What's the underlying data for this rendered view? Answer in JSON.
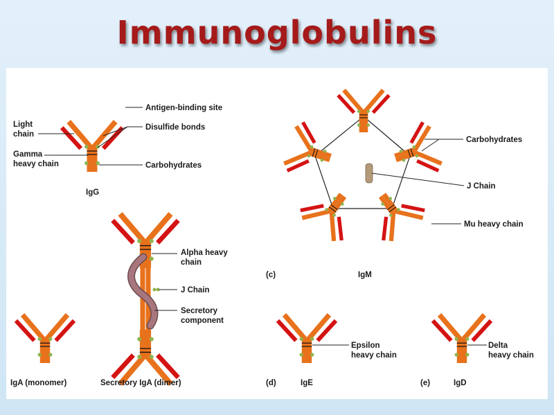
{
  "slide": {
    "title": "Immunoglobulins"
  },
  "colors": {
    "heavy_chain": "#e8721c",
    "light_chain": "#d41313",
    "carbohydrate": "#8fb34e",
    "secretory_component": "#a8777e",
    "j_chain": "#b39a78",
    "title": "#a51a1a"
  },
  "igg": {
    "caption": "IgG",
    "labels": {
      "antigen_binding_site": "Antigen-binding site",
      "light_chain_1": "Light",
      "light_chain_2": "chain",
      "disulfide_bonds": "Disulfide bonds",
      "gamma_1": "Gamma",
      "gamma_2": "heavy chain",
      "carbohydrates": "Carbohydrates"
    }
  },
  "igm": {
    "panel_letter": "(c)",
    "caption": "IgM",
    "labels": {
      "carbohydrates": "Carbohydrates",
      "j_chain": "J Chain",
      "mu_heavy_chain": "Mu heavy chain"
    }
  },
  "iga": {
    "monomer_caption": "IgA (monomer)",
    "dimer_caption": "Secretory IgA (dimer)",
    "labels": {
      "alpha_1": "Alpha heavy",
      "alpha_2": "chain",
      "j_chain": "J Chain",
      "secretory_1": "Secretory",
      "secretory_2": "component"
    }
  },
  "ige": {
    "panel_letter": "(d)",
    "caption": "IgE",
    "labels": {
      "epsilon_1": "Epsilon",
      "epsilon_2": "heavy chain"
    }
  },
  "igd": {
    "panel_letter": "(e)",
    "caption": "IgD",
    "labels": {
      "delta_1": "Delta",
      "delta_2": "heavy chain"
    }
  }
}
